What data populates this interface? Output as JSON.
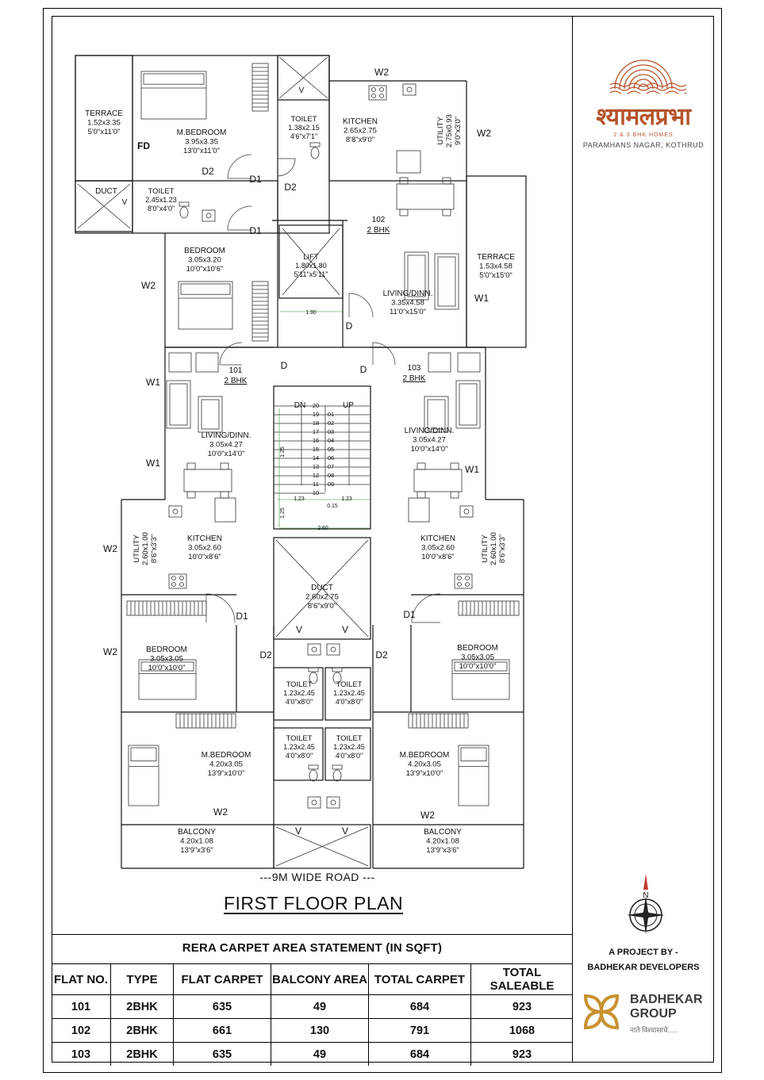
{
  "brand": {
    "name": "श्यामलप्रभा",
    "tagline": "2 & 3 BHK HOMES",
    "location": "PARAMHANS NAGAR, KOTHRUD"
  },
  "plan": {
    "title": "FIRST FLOOR PLAN",
    "road": "---9M WIDE ROAD ---",
    "rooms": [
      {
        "id": "terrace-tl",
        "name": "TERRACE",
        "metric": "1.52x3.35",
        "imperial": "5'0\"x11'0\""
      },
      {
        "id": "mbed-102",
        "name": "M.BEDROOM",
        "metric": "3.95x3.35",
        "imperial": "13'0\"x11'0\""
      },
      {
        "id": "toilet-102a",
        "name": "TOILET",
        "metric": "1.38x2.15",
        "imperial": "4'6\"x7'1\""
      },
      {
        "id": "kitchen-102",
        "name": "KITCHEN",
        "metric": "2.65x2.75",
        "imperial": "8'8\"x9'0\""
      },
      {
        "id": "utility-102",
        "name": "UTILITY",
        "metric": "2.75x0.93",
        "imperial": "9'0\"x3'0\""
      },
      {
        "id": "toilet-102b",
        "name": "TOILET",
        "metric": "2.45x1.23",
        "imperial": "8'0\"x4'0\""
      },
      {
        "id": "bed-102",
        "name": "BEDROOM",
        "metric": "3.05x3.20",
        "imperial": "10'0\"x10'6\""
      },
      {
        "id": "lift",
        "name": "LIFT",
        "metric": "1.80x1.80",
        "imperial": "5'11\"x5'11\""
      },
      {
        "id": "terrace-r",
        "name": "TERRACE",
        "metric": "1.53x4.58",
        "imperial": "5'0\"x15'0\""
      },
      {
        "id": "living-102",
        "name": "LIVING/DINN.",
        "metric": "3.35x4.58",
        "imperial": "11'0\"x15'0\""
      },
      {
        "id": "living-101",
        "name": "LIVING/DINN.",
        "metric": "3.05x4.27",
        "imperial": "10'0\"x14'0\""
      },
      {
        "id": "living-103",
        "name": "LIVING/DINN.",
        "metric": "3.05x4.27",
        "imperial": "10'0\"x14'0\""
      },
      {
        "id": "kitchen-101",
        "name": "KITCHEN",
        "metric": "3.05x2.60",
        "imperial": "10'0\"x8'6\""
      },
      {
        "id": "kitchen-103",
        "name": "KITCHEN",
        "metric": "3.05x2.60",
        "imperial": "10'0\"x8'6\""
      },
      {
        "id": "utility-101",
        "name": "UTILITY",
        "metric": "2.60x1.00",
        "imperial": "8'6\"x3'3\""
      },
      {
        "id": "utility-103",
        "name": "UTILITY",
        "metric": "2.60x1.00",
        "imperial": "8'6\"x3'3\""
      },
      {
        "id": "duct-c",
        "name": "DUCT",
        "metric": "2.60x2.75",
        "imperial": "8'6\"x9'0\""
      },
      {
        "id": "bed-101",
        "name": "BEDROOM",
        "metric": "3.05x3.05",
        "imperial": "10'0\"x10'0\""
      },
      {
        "id": "bed-103",
        "name": "BEDROOM",
        "metric": "3.05x3.05",
        "imperial": "10'0\"x10'0\""
      },
      {
        "id": "toilet-c1",
        "name": "TOILET",
        "metric": "1.23x2.45",
        "imperial": "4'0\"x8'0\""
      },
      {
        "id": "toilet-c2",
        "name": "TOILET",
        "metric": "1.23x2.45",
        "imperial": "4'0\"x8'0\""
      },
      {
        "id": "toilet-c3",
        "name": "TOILET",
        "metric": "1.23x2.45",
        "imperial": "4'0\"x8'0\""
      },
      {
        "id": "toilet-c4",
        "name": "TOILET",
        "metric": "1.23x2.45",
        "imperial": "4'0\"x8'0\""
      },
      {
        "id": "mbed-101",
        "name": "M.BEDROOM",
        "metric": "4.20x3.05",
        "imperial": "13'9\"x10'0\""
      },
      {
        "id": "mbed-103",
        "name": "M.BEDROOM",
        "metric": "4.20x3.05",
        "imperial": "13'9\"x10'0\""
      },
      {
        "id": "balc-101",
        "name": "BALCONY",
        "metric": "4.20x1.08",
        "imperial": "13'9\"x3'6\""
      },
      {
        "id": "balc-103",
        "name": "BALCONY",
        "metric": "4.20x1.08",
        "imperial": "13'9\"x3'6\""
      }
    ],
    "flats": [
      {
        "number": "101",
        "type": "2 BHK"
      },
      {
        "number": "102",
        "type": "2 BHK"
      },
      {
        "number": "103",
        "type": "2 BHK"
      }
    ],
    "tags": {
      "fd": "FD",
      "duct": "DUCT",
      "d1": "D1",
      "d2": "D2",
      "d": "D",
      "w1": "W1",
      "w2": "W2",
      "dn": "DN",
      "up": "UP",
      "v": "V",
      "dim_190": "1.90",
      "dim_123": "1.23",
      "dim_015": "0.15",
      "dim_260": "2.60",
      "dim_125": "1.25"
    },
    "steps_left": [
      "20",
      "19",
      "18",
      "17",
      "16",
      "15",
      "14",
      "13",
      "12",
      "11",
      "10"
    ],
    "steps_right": [
      "01",
      "02",
      "03",
      "04",
      "05",
      "06",
      "07",
      "08",
      "09"
    ]
  },
  "statement": {
    "title": "RERA CARPET AREA STATEMENT (IN SQFT)",
    "headers": [
      "FLAT NO.",
      "TYPE",
      "FLAT CARPET",
      "BALCONY AREA",
      "TOTAL CARPET",
      "TOTAL SALEABLE"
    ],
    "rows": [
      [
        "101",
        "2BHK",
        "635",
        "49",
        "684",
        "923"
      ],
      [
        "102",
        "2BHK",
        "661",
        "130",
        "791",
        "1068"
      ],
      [
        "103",
        "2BHK",
        "635",
        "49",
        "684",
        "923"
      ]
    ]
  },
  "sidebar": {
    "compass_n": "N",
    "project_by": "A PROJECT BY -",
    "developer": "BADHEKAR DEVELOPERS",
    "group_line1": "BADHEKAR",
    "group_line2": "GROUP",
    "group_tag": "नाते विश्वासाचे....."
  },
  "colors": {
    "brand": "#b5532a",
    "compass": "#c0392b",
    "gold": "#c8922f"
  }
}
